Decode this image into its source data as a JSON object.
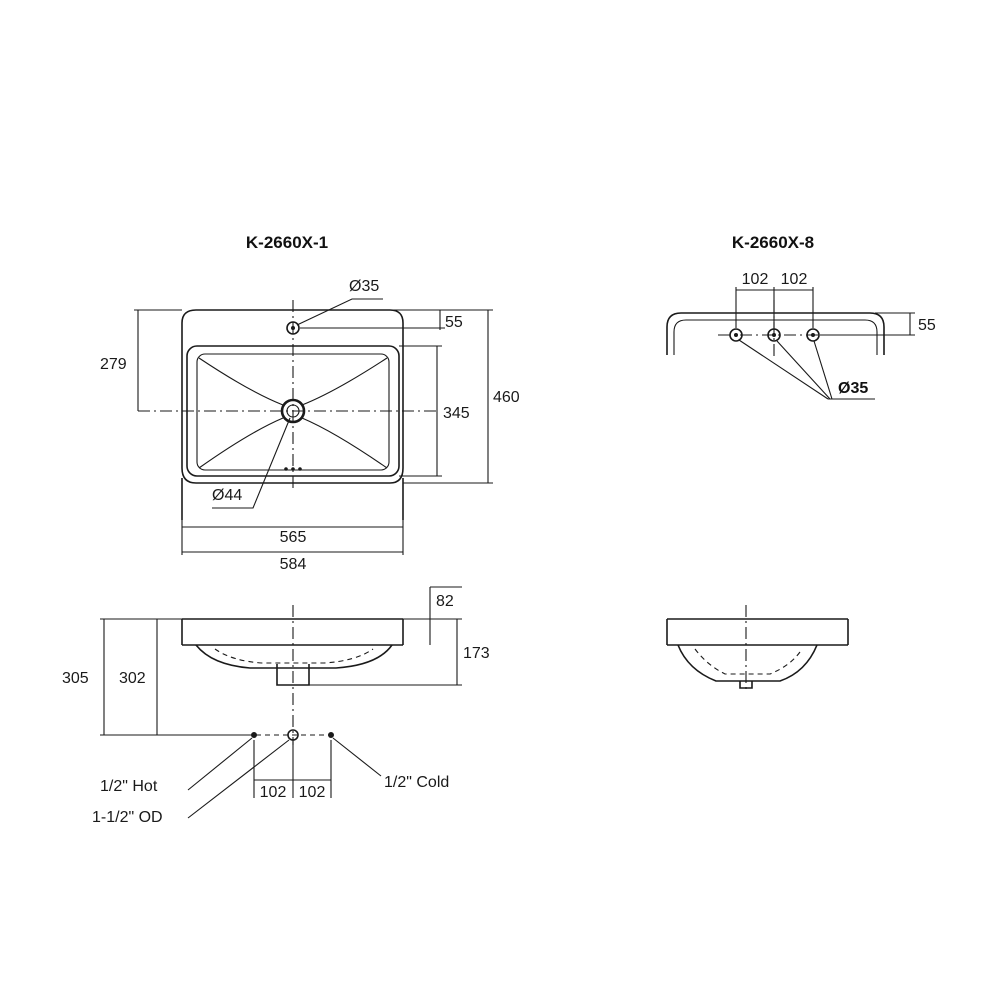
{
  "views": {
    "model_1": {
      "title": "K-2660X-1"
    },
    "model_8": {
      "title": "K-2660X-8"
    }
  },
  "top_view_1": {
    "tap_hole": "Ø35",
    "tap_offset": "55",
    "drain_hole": "Ø44",
    "drain_distance": "279",
    "bowl_depth": "345",
    "overall_depth": "460",
    "bowl_width": "565",
    "overall_width": "584"
  },
  "top_view_8": {
    "spacing_left": "102",
    "spacing_right": "102",
    "tap_offset": "55",
    "tap_hole": "Ø35"
  },
  "front_view_1": {
    "rim_height": "82",
    "basin_depth": "173",
    "height_305": "305",
    "height_302": "302",
    "spacing_left": "102",
    "spacing_right": "102",
    "hot_label": "1/2\" Hot",
    "cold_label": "1/2\" Cold",
    "waste_label": "1-1/2\" OD"
  }
}
